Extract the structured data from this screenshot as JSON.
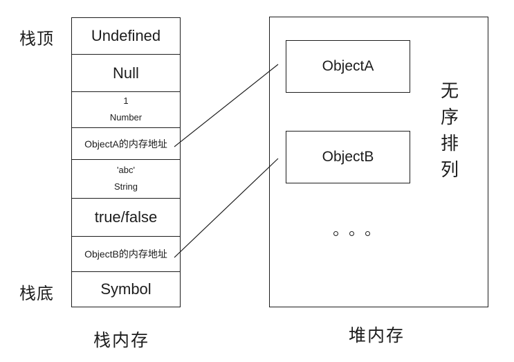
{
  "colors": {
    "ink": "#1c1c1c",
    "background": "#ffffff"
  },
  "stack": {
    "top_label": "栈顶",
    "bottom_label": "栈底",
    "caption": "栈内存",
    "cells": [
      {
        "text": "Undefined"
      },
      {
        "text": "Null"
      },
      {
        "line1": "1",
        "line2": "Number"
      },
      {
        "text": "ObjectA的内存地址"
      },
      {
        "line1": "'abc'",
        "line2": "String"
      },
      {
        "text": "true/false"
      },
      {
        "text": "ObjectB的内存地址"
      },
      {
        "text": "Symbol"
      }
    ]
  },
  "heap": {
    "caption": "堆内存",
    "annotation": "无序排列",
    "ellipsis": "。。。",
    "objects": [
      {
        "label": "ObjectA"
      },
      {
        "label": "ObjectB"
      }
    ]
  }
}
